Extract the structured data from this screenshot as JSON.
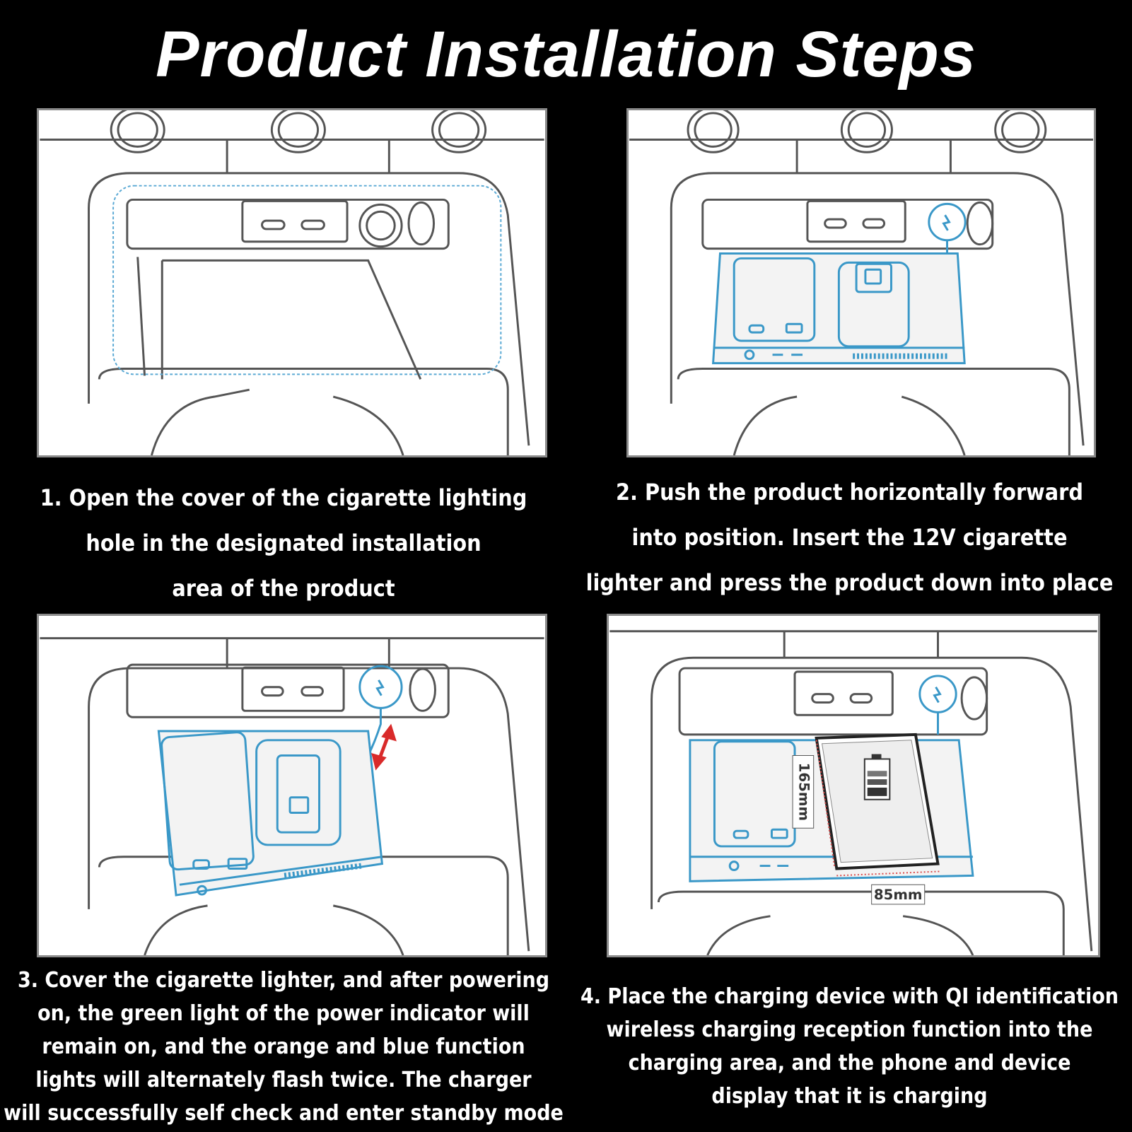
{
  "page": {
    "title": "Product Installation Steps"
  },
  "colors": {
    "background": "#000000",
    "line": "#555555",
    "product_blue": "#3a98c8",
    "arrow_red": "#d92a2a"
  },
  "steps": [
    {
      "icon": "console-open-illustration",
      "lines": [
        "1. Open the cover of the cigarette lighting",
        "hole in the designated installation",
        "area of the product"
      ]
    },
    {
      "icon": "console-insert-illustration",
      "lines": [
        "2. Push the product horizontally forward",
        "into position. Insert the 12V cigarette",
        "lighter and press the product down into place"
      ]
    },
    {
      "icon": "console-power-on-illustration",
      "lines": [
        "3. Cover the cigarette lighter, and after powering",
        "on, the green light of the power indicator will",
        "remain on, and the orange and blue function",
        "lights will alternately flash twice. The charger",
        "will successfully self check and enter standby mode"
      ]
    },
    {
      "icon": "console-phone-charging-illustration",
      "lines": [
        "4. Place the charging device with QI identification",
        "wireless charging reception function into the",
        "charging area, and the phone and device",
        "display that it is charging"
      ]
    }
  ],
  "dimensions": {
    "height_label": "165mm",
    "width_label": "85mm"
  }
}
